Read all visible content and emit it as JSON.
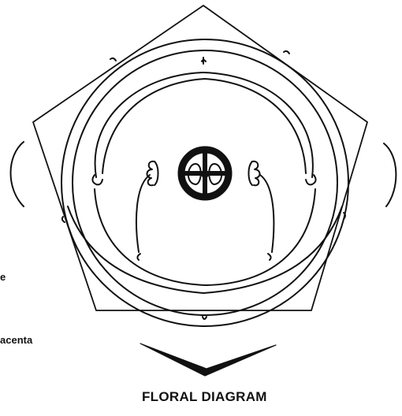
{
  "diagram": {
    "title": "FLORAL DIAGRAM",
    "labels": {
      "left_label_1": "e",
      "left_label_2": "acenta"
    },
    "colors": {
      "line": "#111111",
      "background": "#ffffff"
    }
  }
}
